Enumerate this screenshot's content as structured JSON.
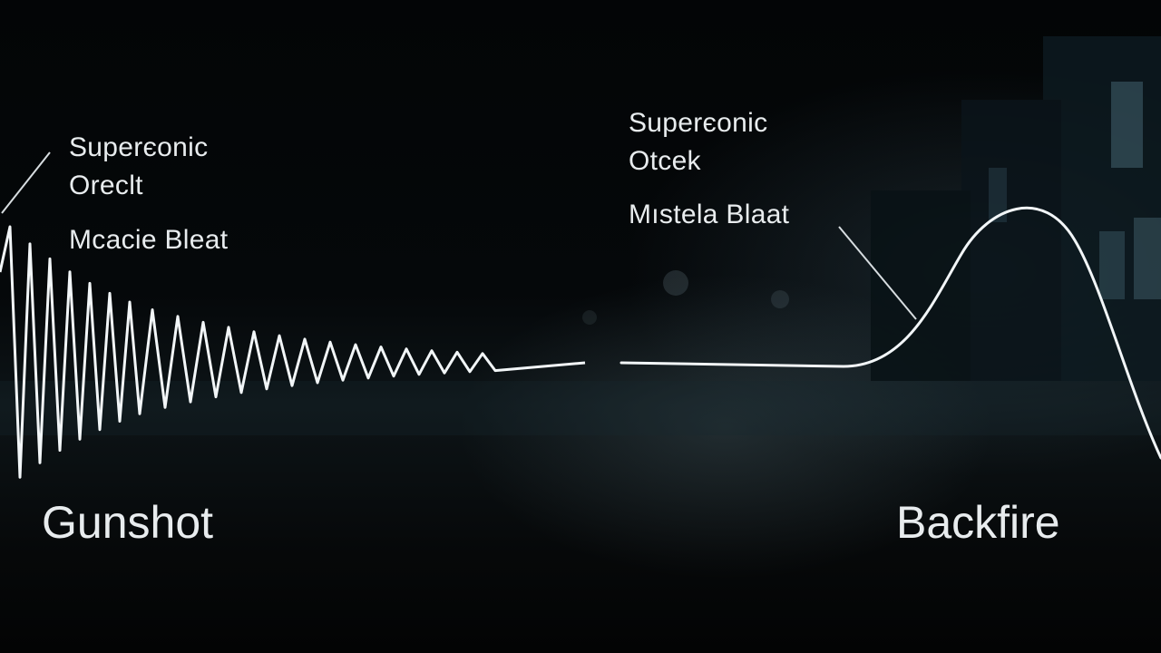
{
  "gunshot": {
    "title": "Gunshot",
    "label_top_line1": "Superєonic",
    "label_top_line2": "Oreclt",
    "label_bottom": "Mcacie Bleat"
  },
  "backfire": {
    "title": "Backfire",
    "label_top_line1": "Superєonic",
    "label_top_line2": "Otcek",
    "label_bottom": "Mıstela Blaat"
  },
  "colors": {
    "waveform": "#f2f6f8",
    "text": "#e8ecee",
    "background": "#030506"
  }
}
